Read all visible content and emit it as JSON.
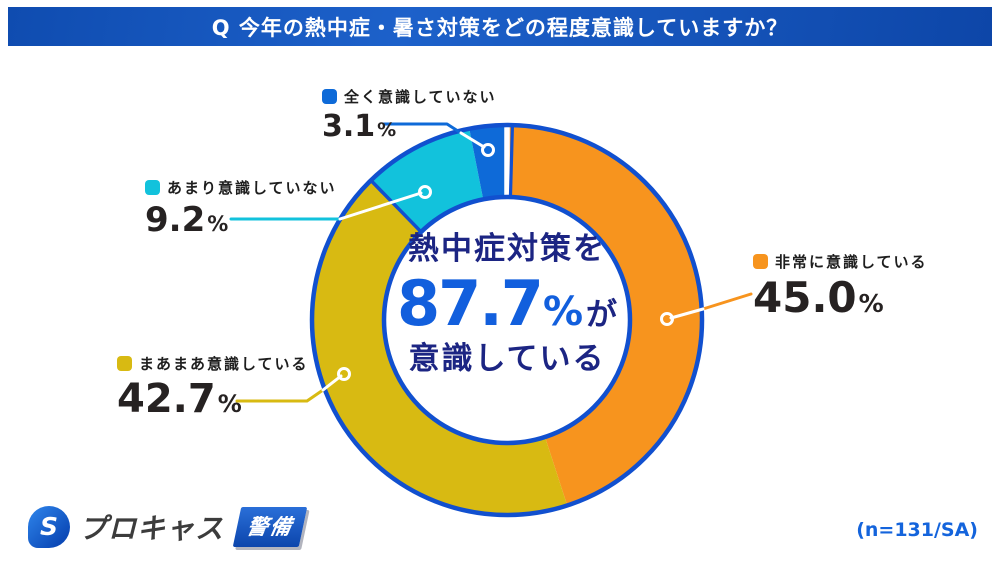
{
  "header": {
    "title": "Q 今年の熱中症・暑さ対策をどの程度意識していますか？",
    "bg_color_left": "#0f4cb0",
    "bg_color_right": "#0d46a8",
    "text_color": "#ffffff"
  },
  "chart_data": {
    "type": "pie",
    "style": "donut",
    "title": "今年の熱中症・暑さ対策をどの程度意識していますか？",
    "unit": "%",
    "direction": "clockwise",
    "start_angle_deg": 0,
    "outline_color": "#1150cf",
    "gap_color": "#ffffff",
    "segments": [
      {
        "label": "非常に意識している",
        "value": 45.0,
        "display": "45.0",
        "color": "#f7941e"
      },
      {
        "label": "まあまあ意識している",
        "value": 42.7,
        "display": "42.7",
        "color": "#d8ba12"
      },
      {
        "label": "あまり意識していない",
        "value": 9.2,
        "display": "9.2",
        "color": "#12c2dc"
      },
      {
        "label": "全く意識していない",
        "value": 3.1,
        "display": "3.1",
        "color": "#0e6ad8"
      }
    ],
    "center_text": {
      "line1": "熱中症対策を",
      "big": "87.7",
      "unit": "%",
      "suffix": "が",
      "line3": "意識している",
      "navy_color": "#1c2583",
      "blue_color": "#125fdd"
    }
  },
  "footer": {
    "logo": {
      "icon_letter": "S",
      "brand": "プロキャス",
      "badge": "警備"
    },
    "sample_note": "(n=131/SA)"
  }
}
